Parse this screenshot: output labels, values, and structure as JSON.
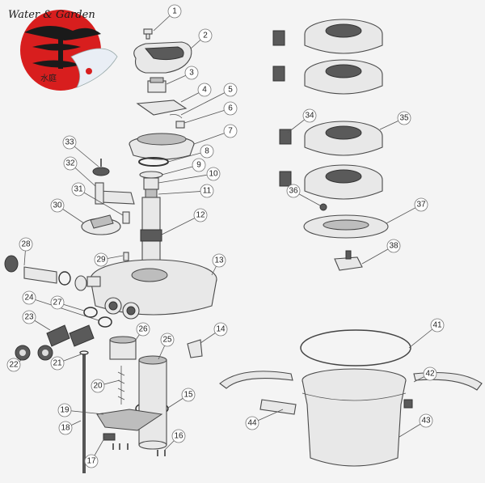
{
  "logo": {
    "text": "Water & Garden",
    "kanji": "水庭"
  },
  "labels": [
    {
      "id": "1",
      "text": "1"
    },
    {
      "id": "2",
      "text": "2"
    },
    {
      "id": "3",
      "text": "3"
    },
    {
      "id": "4",
      "text": "4"
    },
    {
      "id": "5",
      "text": "5"
    },
    {
      "id": "6",
      "text": "6"
    },
    {
      "id": "7",
      "text": "7"
    },
    {
      "id": "8",
      "text": "8"
    },
    {
      "id": "9",
      "text": "9"
    },
    {
      "id": "10",
      "text": "10"
    },
    {
      "id": "11",
      "text": "11"
    },
    {
      "id": "12",
      "text": "12"
    },
    {
      "id": "13",
      "text": "13"
    },
    {
      "id": "14",
      "text": "14"
    },
    {
      "id": "15",
      "text": "15"
    },
    {
      "id": "16",
      "text": "16"
    },
    {
      "id": "17",
      "text": "17"
    },
    {
      "id": "18",
      "text": "18"
    },
    {
      "id": "19",
      "text": "19"
    },
    {
      "id": "20",
      "text": "20"
    },
    {
      "id": "21",
      "text": "21"
    },
    {
      "id": "22",
      "text": "22"
    },
    {
      "id": "23",
      "text": "23"
    },
    {
      "id": "24",
      "text": "24"
    },
    {
      "id": "25",
      "text": "25"
    },
    {
      "id": "26",
      "text": "26"
    },
    {
      "id": "27",
      "text": "27"
    },
    {
      "id": "28",
      "text": "28"
    },
    {
      "id": "29",
      "text": "29"
    },
    {
      "id": "30",
      "text": "30"
    },
    {
      "id": "31",
      "text": "31"
    },
    {
      "id": "32",
      "text": "32"
    },
    {
      "id": "33",
      "text": "33"
    },
    {
      "id": "34",
      "text": "34"
    },
    {
      "id": "35",
      "text": "35"
    },
    {
      "id": "36",
      "text": "36"
    },
    {
      "id": "37",
      "text": "37"
    },
    {
      "id": "38",
      "text": "38"
    },
    {
      "id": "41",
      "text": "41"
    },
    {
      "id": "42",
      "text": "42"
    },
    {
      "id": "43",
      "text": "43"
    },
    {
      "id": "44",
      "text": "44"
    }
  ],
  "colors": {
    "background": "#f4f4f4",
    "logo_red": "#d81e1e",
    "line": "#4a4a4a",
    "part_fill": "#e8e8e8"
  }
}
